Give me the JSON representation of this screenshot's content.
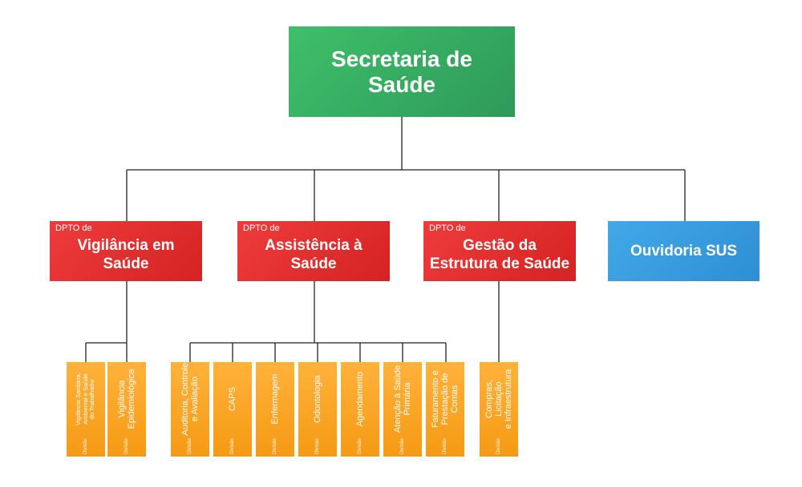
{
  "root": {
    "label": "Secretaria de\nSaúde",
    "color": "#3fbf6a"
  },
  "departments": [
    {
      "prefix": "DPTO de",
      "label": "Vigilância em\nSaúde"
    },
    {
      "prefix": "DPTO de",
      "label": "Assistência à\nSaúde"
    },
    {
      "prefix": "DPTO de",
      "label": "Gestão da\nEstrutura de Saúde"
    }
  ],
  "ouvidoria": {
    "label": "Ouvidoria SUS"
  },
  "divisions": [
    {
      "prefix": "Divisão",
      "label": "Vigilância Sanitária,\nAmbiental e Saúde\ndo Trabalhador"
    },
    {
      "prefix": "Divisão",
      "label": "Vigilância\nEpidemiológica"
    },
    {
      "prefix": "Divisão",
      "label": "Auditoria, Controle\ne Avaliação"
    },
    {
      "prefix": "Divisão",
      "label": "CAPS"
    },
    {
      "prefix": "Divisão",
      "label": "Enfermagem"
    },
    {
      "prefix": "Divisão",
      "label": "Odontologia"
    },
    {
      "prefix": "Divisão",
      "label": "Agendamento"
    },
    {
      "prefix": "Divisão",
      "label": "Atenção à Saúde\nPrimária"
    },
    {
      "prefix": "Divisão",
      "label": "Faturamento e\nPrestação de Contas"
    },
    {
      "prefix": "Divisão",
      "label": "Compras, Licitação\ne Infraestrutura"
    }
  ]
}
